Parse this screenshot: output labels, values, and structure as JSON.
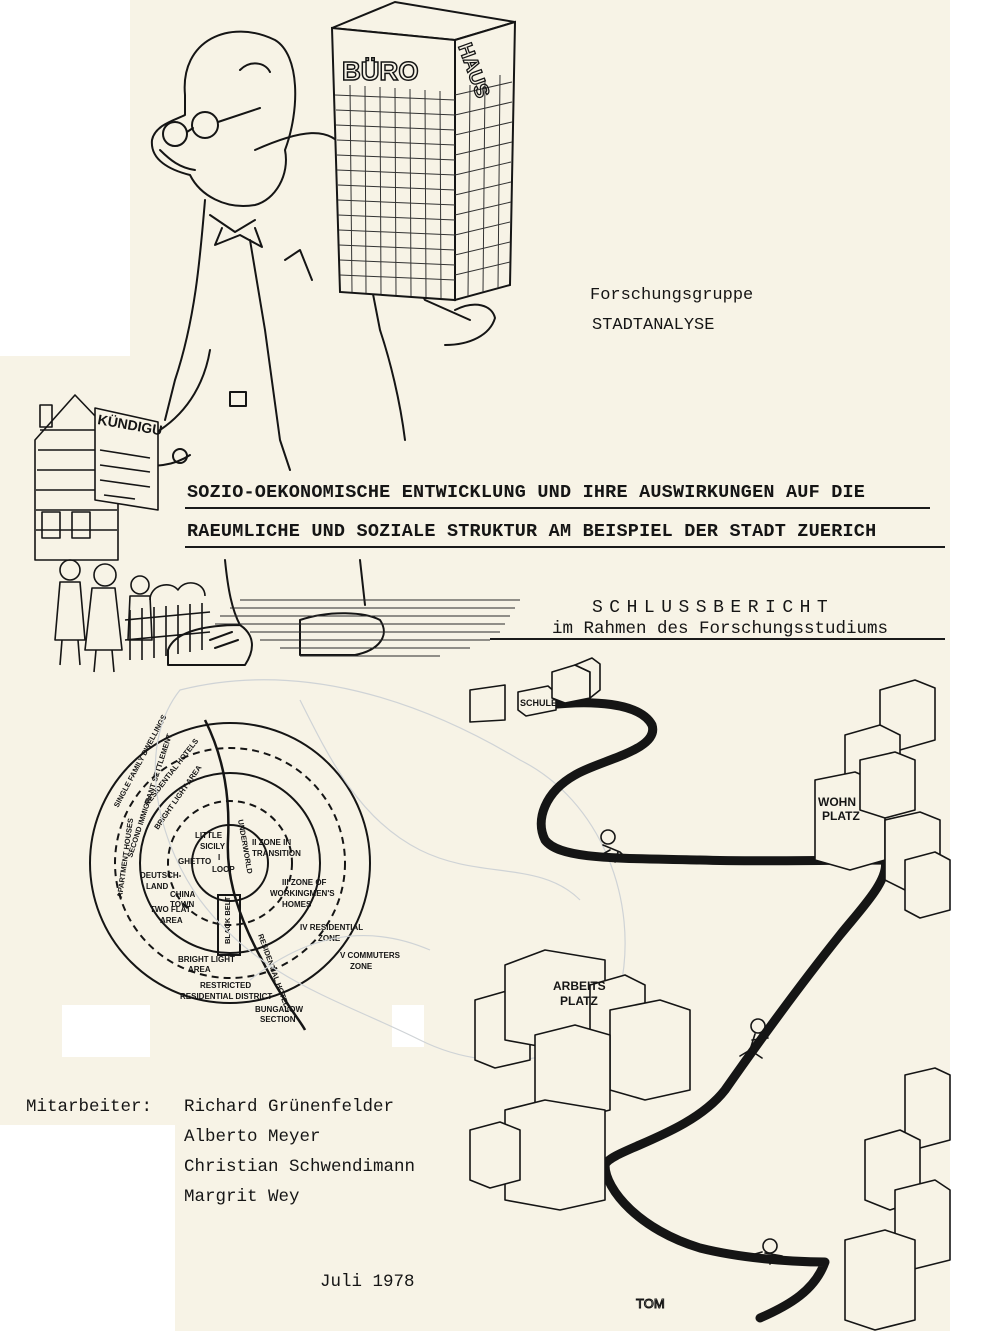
{
  "research_group": {
    "name": "Forschungsgruppe",
    "subtitle": "STADTANALYSE"
  },
  "title": {
    "line1": "SOZIO-OEKONOMISCHE ENTWICKLUNG UND IHRE AUSWIRKUNGEN AUF DIE",
    "line2": "RAEUMLICHE UND SOZIALE STRUKTUR AM BEISPIEL DER STADT ZUERICH"
  },
  "report": {
    "type": "SCHLUSSBERICHT",
    "context": "im Rahmen des Forschungsstudiums"
  },
  "staff": {
    "label": "Mitarbeiter:",
    "members": [
      "Richard Grünenfelder",
      "Alberto Meyer",
      "Christian Schwendimann",
      "Margrit Wey"
    ]
  },
  "date": "Juli 1978",
  "illustration": {
    "building_sign_left": "BÜRO",
    "building_sign_right": "HAUS",
    "notice_sign": "KÜNDIGU",
    "signature": "TOM",
    "route_signs": [
      "SCHULE",
      "WOHN PLATZ",
      "ARBEITS PLATZ"
    ],
    "ring_labels": [
      "I LOOP",
      "II ZONE IN TRANSITION",
      "III ZONE OF WORKINGMEN'S HOMES",
      "IV RESIDENTIAL ZONE",
      "V COMMUTERS ZONE",
      "SINGLE FAMILY DWELLINGS",
      "RESIDENTIAL HOTELS",
      "BRIGHT LIGHT AREA",
      "SECOND IMMIGRANT SETTLEMENT",
      "APARTMENT HOUSES",
      "DEUTSCH-LAND",
      "GHETTO",
      "LITTLE SICILY",
      "UNDERWORLD",
      "CHINA TOWN",
      "TWO FLAT AREA",
      "BLACK BELT",
      "RESTRICTED RESIDENTIAL DISTRICT",
      "BUNGALOW SECTION"
    ]
  },
  "colors": {
    "paper": "#f7f3e6",
    "ink": "#151515"
  }
}
